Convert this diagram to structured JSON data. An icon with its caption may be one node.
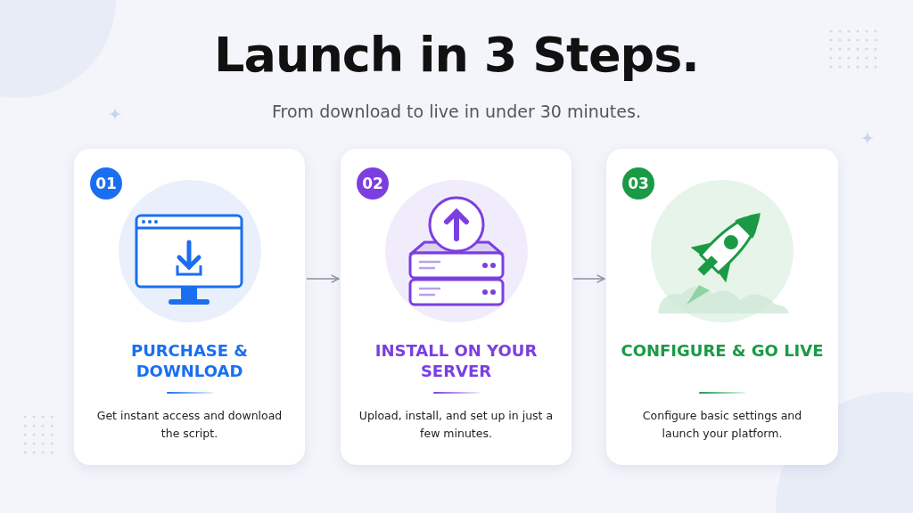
{
  "diagram": {
    "title": "Launch in 3 Steps.",
    "caption": "From download to live in under 30 minutes.",
    "nodes": [
      {
        "text": [
          "01",
          "PURCHASE & DOWNLOAD",
          "Get instant access and download the script."
        ]
      },
      {
        "text": [
          "02",
          "INSTALL ON YOUR SERVER",
          "Upload, install, and set up in just a few minutes."
        ]
      },
      {
        "text": [
          "03",
          "CONFIGURE & GO LIVE",
          "Configure basic settings and launch your platform."
        ]
      }
    ],
    "edges": [
      {
        "from": 0,
        "to": 1,
        "arrow": "to"
      },
      {
        "from": 1,
        "to": 2,
        "arrow": "to"
      }
    ]
  }
}
